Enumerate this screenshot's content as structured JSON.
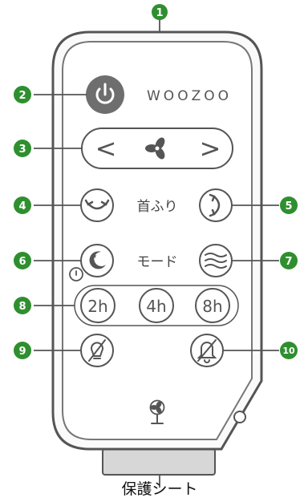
{
  "brand": "WOOZOO",
  "callouts": [
    "1",
    "2",
    "3",
    "4",
    "5",
    "6",
    "7",
    "8",
    "9",
    "10"
  ],
  "buttons": {
    "swing": "首ふり",
    "mode": "モード",
    "timers": [
      "2h",
      "4h",
      "8h"
    ],
    "fan_left": "<",
    "fan_right": ">"
  },
  "protective_sheet": "保護シート",
  "colors": {
    "callout": "#2f8f2f",
    "outline": "#444444",
    "power_button": "#6e6e6e",
    "sheet": "#d7d7d7"
  },
  "icons": {
    "power": "power-icon",
    "fan": "fan-icon",
    "swing_horizontal": "swing-horizontal-icon",
    "swing_vertical": "swing-vertical-icon",
    "sleep_mode": "sleep-mode-icon",
    "wind_mode": "wind-mode-icon",
    "timer": "timer-icon",
    "light_off": "light-off-icon",
    "sound_off": "bell-off-icon",
    "fan_logo": "fan-logo-icon"
  }
}
